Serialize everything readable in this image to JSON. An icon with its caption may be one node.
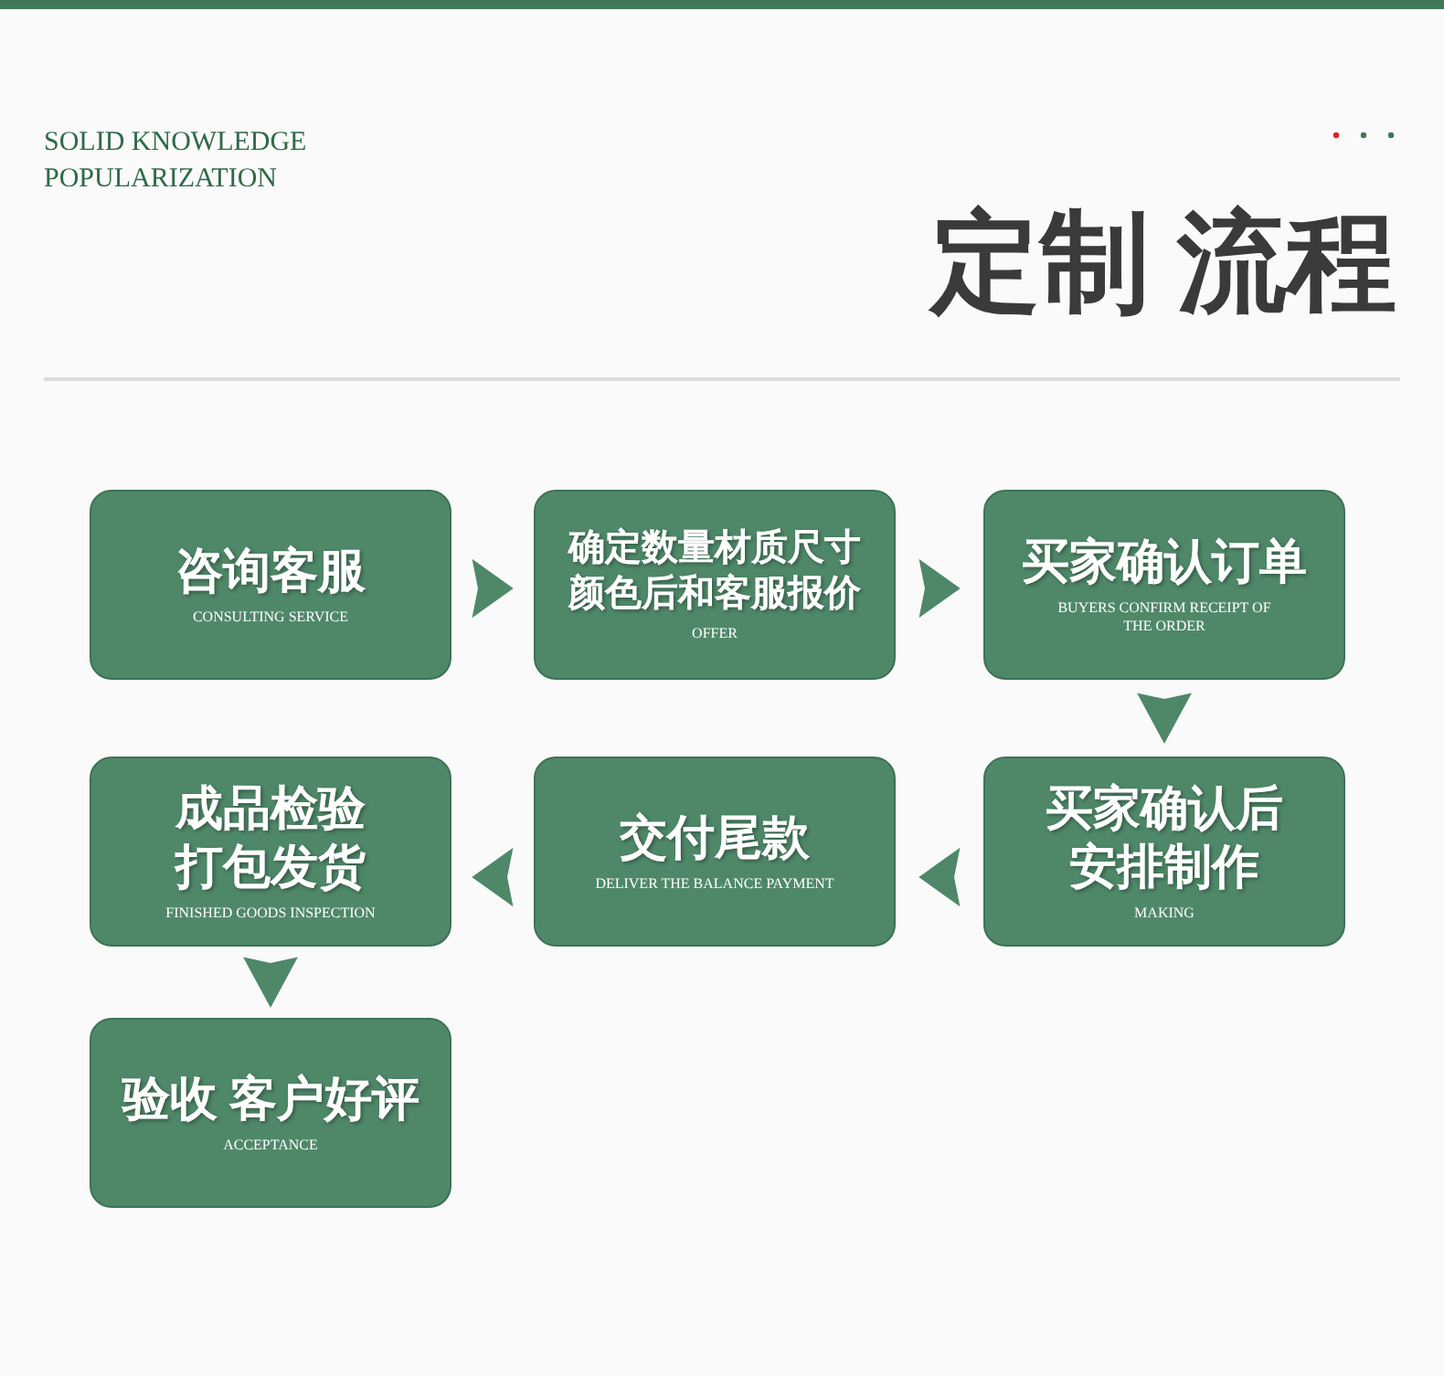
{
  "diagram": {
    "title": "定制 流程",
    "nodes": [
      {
        "text": [
          "咨询客服",
          "CONSULTING SERVICE"
        ]
      },
      {
        "text": [
          "确定数量材质尺寸颜色后和客服报价",
          "OFFER"
        ]
      },
      {
        "text": [
          "买家确认订单",
          "BUYERS CONFIRM RECEIPT OF THE ORDER"
        ]
      },
      {
        "text": [
          "买家确认后安排制作",
          "MAKING"
        ]
      },
      {
        "text": [
          "交付尾款",
          "DELIVER THE BALANCE PAYMENT"
        ]
      },
      {
        "text": [
          "成品检验打包发货",
          "FINISHED GOODS INSPECTION"
        ]
      },
      {
        "text": [
          "验收 客户好评",
          "ACCEPTANCE"
        ]
      }
    ],
    "edges": [
      {
        "from": 0,
        "to": 1,
        "arrow": "to"
      },
      {
        "from": 1,
        "to": 2,
        "arrow": "to"
      },
      {
        "from": 2,
        "to": 3,
        "arrow": "to"
      },
      {
        "from": 3,
        "to": 4,
        "arrow": "to"
      },
      {
        "from": 4,
        "to": 5,
        "arrow": "to"
      },
      {
        "from": 5,
        "to": 6,
        "arrow": "to"
      }
    ],
    "labels": [
      "SOLID KNOWLEDGE POPULARIZATION"
    ]
  }
}
